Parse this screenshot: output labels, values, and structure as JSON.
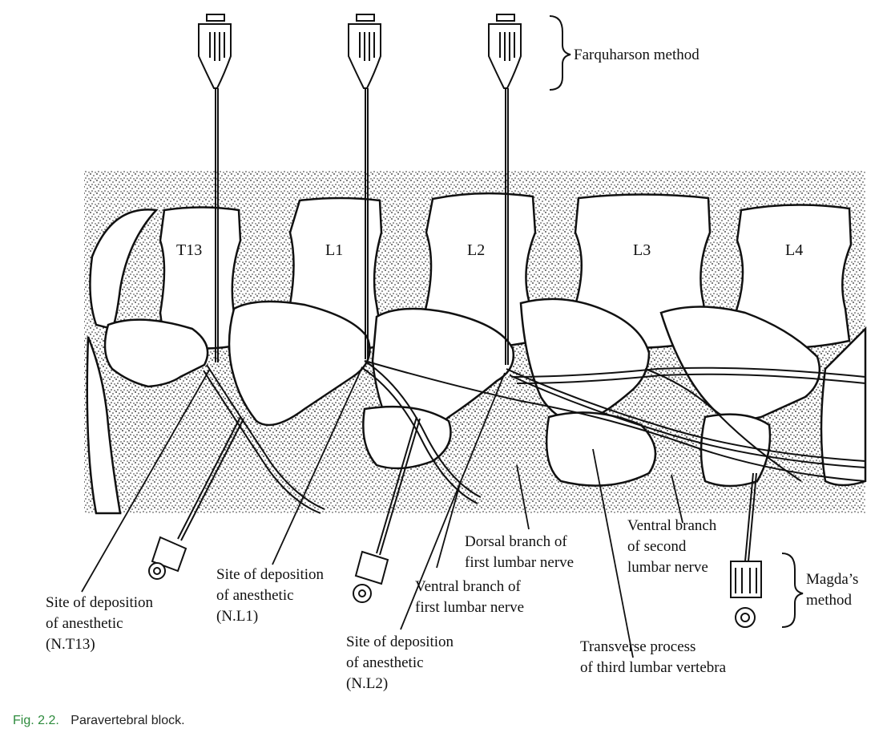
{
  "figure": {
    "vertebrae": [
      "T13",
      "L1",
      "L2",
      "L3",
      "L4"
    ],
    "method_labels": {
      "farquharson": "Farquharson method",
      "magda": [
        "Magda’s",
        "method"
      ]
    },
    "labels": {
      "site_t13": [
        "Site of deposition",
        "of anesthetic",
        "(N.T13)"
      ],
      "site_l1": [
        "Site of deposition",
        "of anesthetic",
        "(N.L1)"
      ],
      "site_l2": [
        "Site of deposition",
        "of anesthetic",
        "(N.L2)"
      ],
      "ventral_first": [
        "Ventral branch of",
        "first lumbar nerve"
      ],
      "dorsal_first": [
        "Dorsal branch of",
        "first lumbar nerve"
      ],
      "ventral_second": [
        "Ventral branch",
        "of second",
        "lumbar nerve"
      ],
      "transverse_third": [
        "Transverse process",
        "of third lumbar vertebra"
      ]
    }
  },
  "caption": {
    "number": "Fig. 2.2.",
    "text": "Paravertebral block."
  }
}
